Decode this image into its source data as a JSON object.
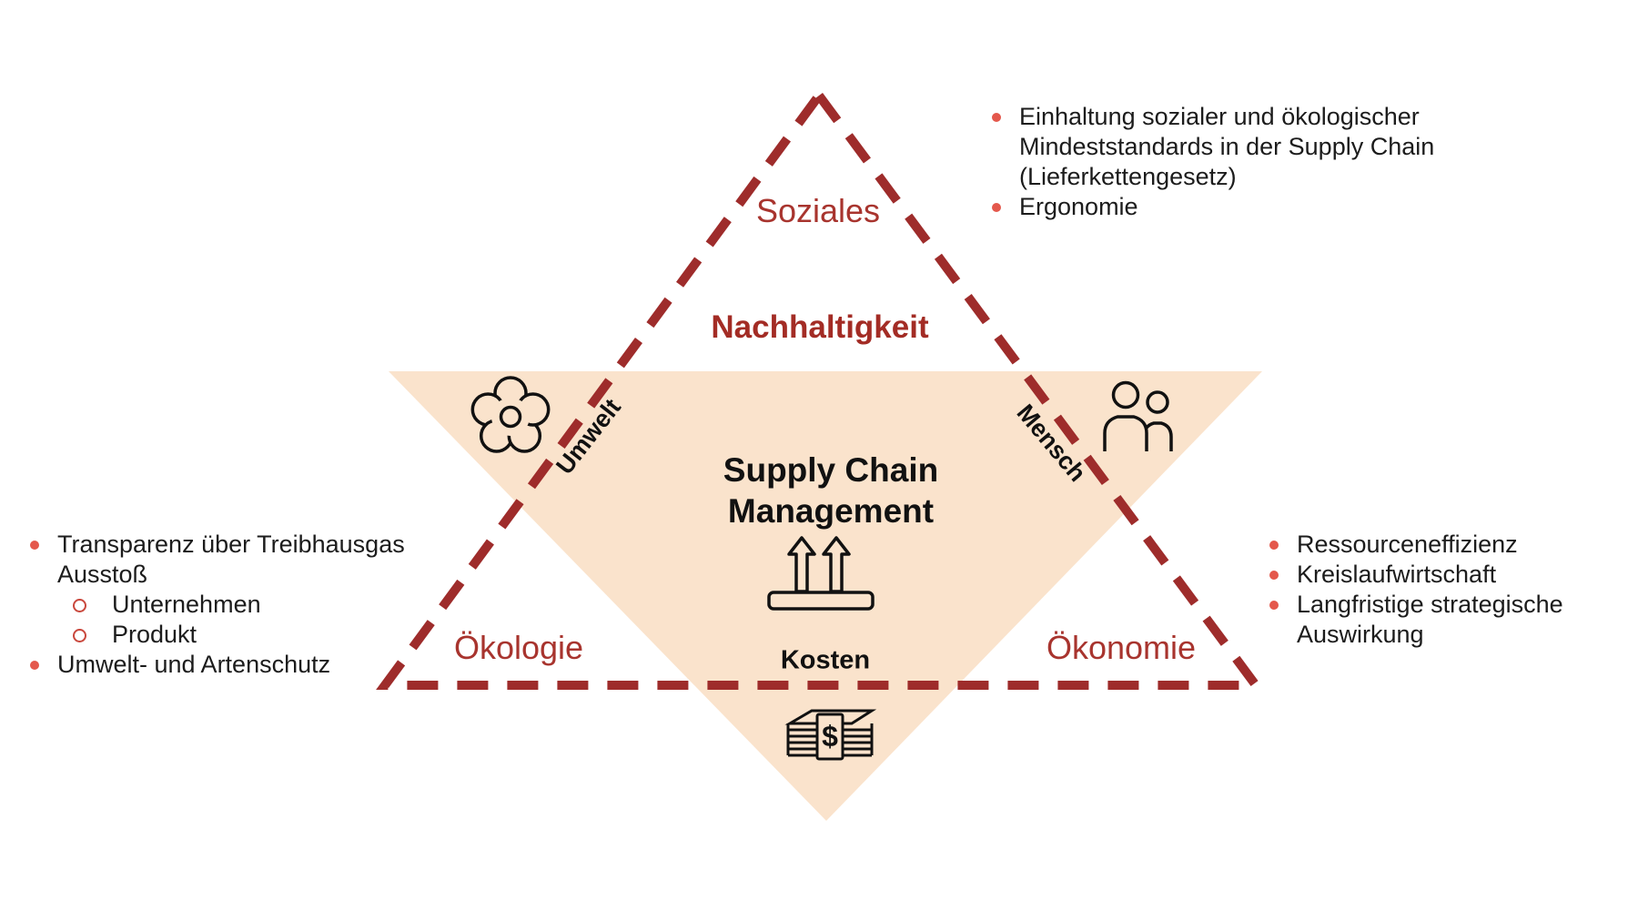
{
  "colors": {
    "peach_fill": "#FAE3CC",
    "dash_red": "#9E2C2B",
    "heading_red": "#A32C25",
    "label_red": "#A8342E",
    "bullet_red": "#E4584C",
    "icon_stroke": "#111111",
    "text_black": "#1C1C1C"
  },
  "triangle": {
    "soziales": "Soziales",
    "nachhaltigkeit": "Nachhaltigkeit",
    "supply_line1": "Supply Chain",
    "supply_line2": "Management",
    "umwelt": "Umwelt",
    "mensch": "Mensch",
    "kosten": "Kosten",
    "oekologie": "Ökologie",
    "oekonomie": "Ökonomie"
  },
  "soziales_list": {
    "item1_line1": "Einhaltung sozialer und ökologischer",
    "item1_line2": "Mindeststandards in der Supply Chain",
    "item1_line3": "(Lieferkettengesetz)",
    "item2": "Ergonomie"
  },
  "oekologie_list": {
    "item1_line1": "Transparenz über Treibhausgas",
    "item1_line2": "Ausstoß",
    "sub_item1": "Unternehmen",
    "sub_item2": "Produkt",
    "item2": "Umwelt- und Artenschutz"
  },
  "oekonomie_list": {
    "item1": "Ressourceneffizienz",
    "item2": "Kreislaufwirtschaft",
    "item3_line1": "Langfristige strategische",
    "item3_line2": "Auswirkung"
  },
  "icons": {
    "flower": "flower-icon",
    "people": "two-people-icon",
    "package": "package-this-side-up-icon",
    "money": "money-stack-icon",
    "money_symbol": "$"
  }
}
